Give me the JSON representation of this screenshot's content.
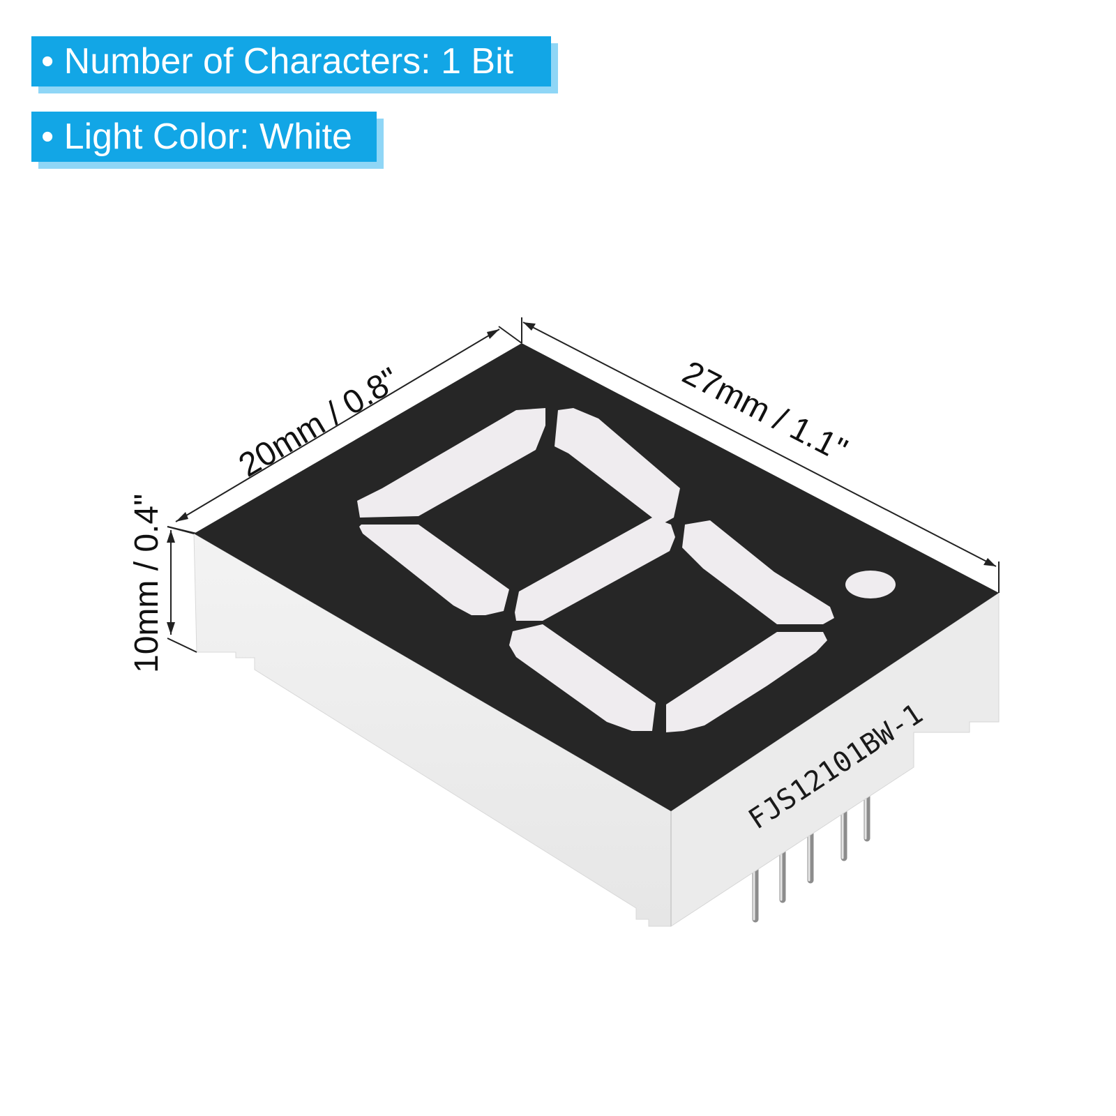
{
  "features": [
    {
      "text": "• Number of Characters: 1 Bit"
    },
    {
      "text": "• Light Color: White"
    }
  ],
  "dimensions": {
    "width": "20mm / 0.8\"",
    "length": "27mm / 1.1\"",
    "height": "10mm / 0.4\""
  },
  "product": {
    "part_number": "FJS12101BW-1",
    "type": "seven-segment-led-display",
    "digits": 1,
    "segment_color": "#efecef",
    "face_color": "#262626",
    "body_color": "#f2f2f2"
  },
  "colors": {
    "tag_background": "#12a6e6",
    "tag_shadow": "#8fd6f6"
  }
}
